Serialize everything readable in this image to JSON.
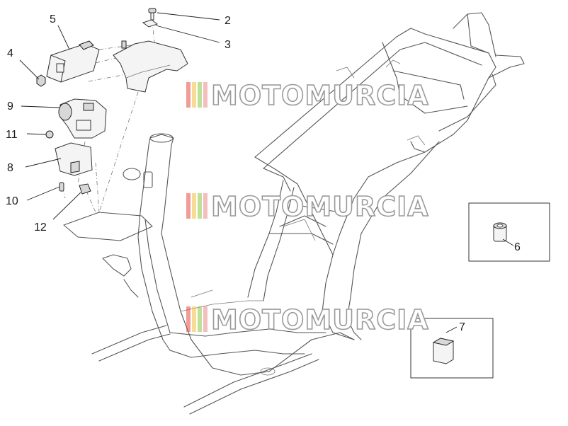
{
  "diagram": {
    "callouts": [
      {
        "id": "c2",
        "label": "2"
      },
      {
        "id": "c3",
        "label": "3"
      },
      {
        "id": "c4",
        "label": "4"
      },
      {
        "id": "c5",
        "label": "5"
      },
      {
        "id": "c6",
        "label": "6"
      },
      {
        "id": "c7",
        "label": "7"
      },
      {
        "id": "c8",
        "label": "8"
      },
      {
        "id": "c9",
        "label": "9"
      },
      {
        "id": "c10",
        "label": "10"
      },
      {
        "id": "c11",
        "label": "11"
      },
      {
        "id": "c12",
        "label": "12"
      }
    ],
    "watermark": {
      "text": "MOTOMURCIA",
      "stripe_colors": [
        "#e64a3c",
        "#f2c040",
        "#8cc63f",
        "#e88a88"
      ]
    },
    "colors": {
      "line": "#555555",
      "background": "#ffffff"
    }
  }
}
